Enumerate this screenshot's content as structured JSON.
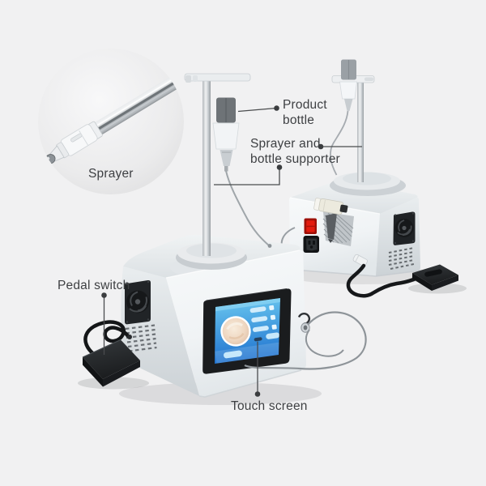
{
  "palette": {
    "background": "#f1f1f2",
    "label_text": "#3e4043",
    "leader_line": "#4a4c4e",
    "machine_white": "#fafbfc",
    "machine_shade": "#d9dee1",
    "dark_hardware": "#1d2023",
    "accent_red": "#e31b0e",
    "screen_blue_top": "#6cc9f0",
    "screen_blue_bottom": "#1f72cf"
  },
  "labels": {
    "sprayer": {
      "text": "Sprayer"
    },
    "product_bottle": {
      "line1": "Product",
      "line2": "bottle"
    },
    "sprayer_and_bottle_supporter": {
      "line1": "Sprayer and",
      "line2": "bottle supporter"
    },
    "pedal_switch": {
      "text": "Pedal switch"
    },
    "touch_screen": {
      "text": "Touch screen"
    }
  }
}
